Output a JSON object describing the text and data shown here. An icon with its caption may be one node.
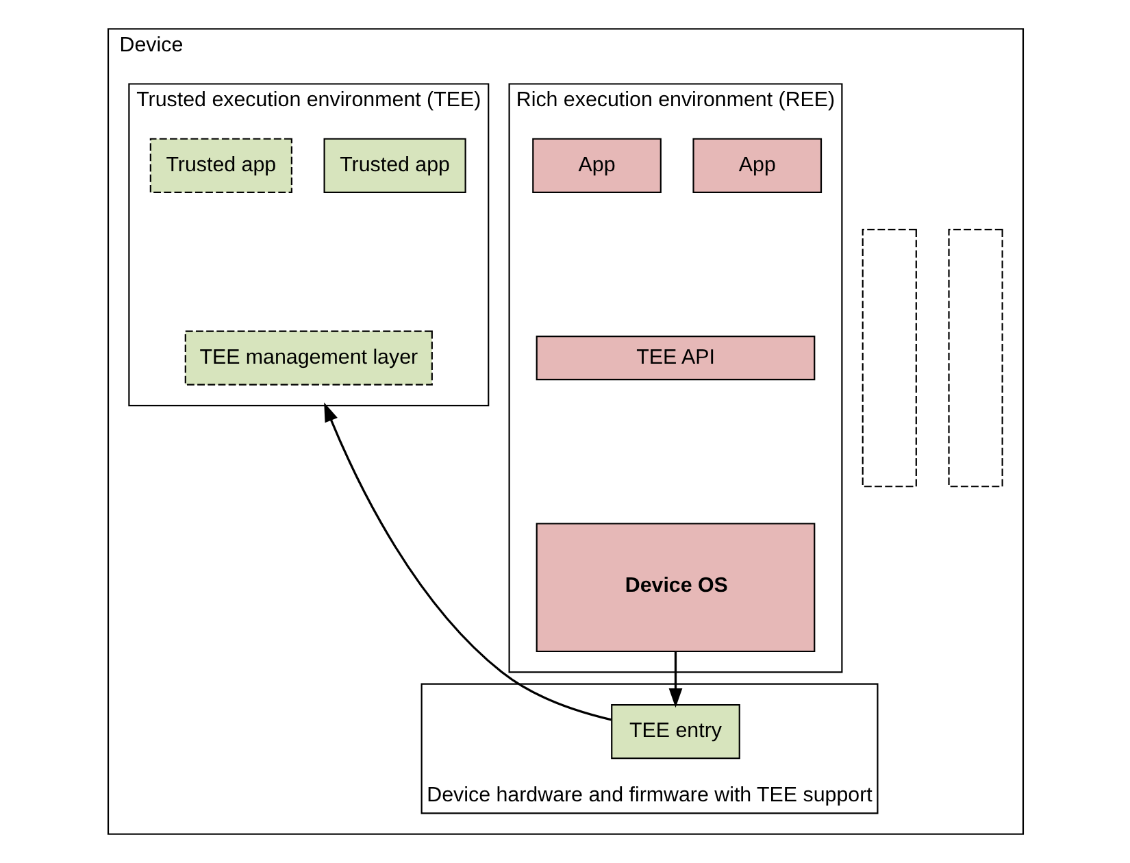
{
  "diagram": {
    "nodes": [
      {
        "text": [
          "Device"
        ]
      },
      {
        "text": [
          "Rich execution environment (REE)"
        ],
        "in": 0
      },
      {
        "text": [
          "App"
        ],
        "in": 1
      },
      {
        "text": [
          "App"
        ],
        "in": 1
      },
      {
        "text": [
          "TEE API"
        ],
        "in": 1
      },
      {
        "text": [
          "Device OS"
        ],
        "in": 1
      },
      {
        "text": [],
        "shape": "box",
        "in": 0
      },
      {
        "text": [],
        "shape": "box",
        "in": 0
      },
      {
        "text": [
          "Trusted execution environment (TEE)"
        ],
        "in": 0
      },
      {
        "text": [
          "Trusted app"
        ],
        "in": 8
      },
      {
        "text": [
          "Trusted app"
        ],
        "in": 8
      },
      {
        "text": [
          "TEE management layer"
        ],
        "in": 8
      },
      {
        "text": [
          "Device hardware and firmware with TEE support"
        ],
        "in": 0
      },
      {
        "text": [
          "TEE entry"
        ],
        "in": 12
      }
    ],
    "edges": [
      {
        "from": 5,
        "to": 13,
        "arrow": "to"
      },
      {
        "from": 13,
        "to": 8,
        "arrow": "to"
      }
    ]
  }
}
